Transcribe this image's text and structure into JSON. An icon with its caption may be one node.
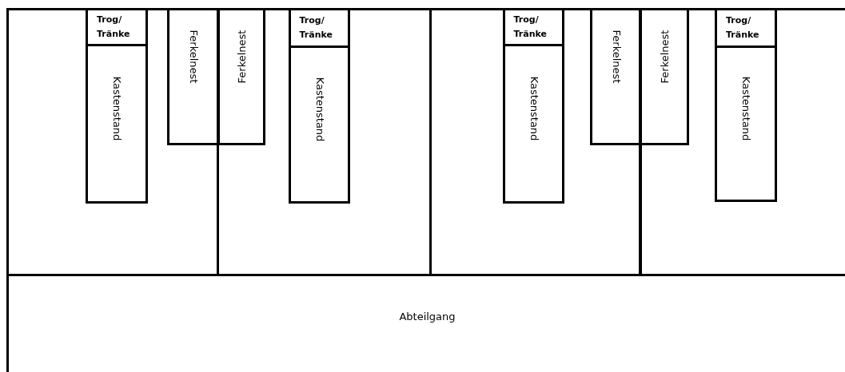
{
  "diagram": {
    "nodes": [
      {
        "text": [],
        "shape": "box"
      },
      {
        "text": [
          "Trog/ Tränke"
        ],
        "in": 0
      },
      {
        "text": [
          "Kastenstand"
        ],
        "in": 0
      },
      {
        "text": [
          "Ferkelnest"
        ],
        "in": 0
      },
      {
        "text": [],
        "shape": "box"
      },
      {
        "text": [
          "Ferkelnest"
        ],
        "in": 4
      },
      {
        "text": [
          "Trog/ Tränke"
        ],
        "in": 4
      },
      {
        "text": [
          "Kastenstand"
        ],
        "in": 4
      },
      {
        "text": [],
        "shape": "box"
      },
      {
        "text": [
          "Trog/ Tränke"
        ],
        "in": 8
      },
      {
        "text": [
          "Kastenstand"
        ],
        "in": 8
      },
      {
        "text": [
          "Ferkelnest"
        ],
        "in": 8
      },
      {
        "text": [],
        "shape": "box"
      },
      {
        "text": [
          "Ferkelnest"
        ],
        "in": 12
      },
      {
        "text": [
          "Trog/ Tränke"
        ],
        "in": 12
      },
      {
        "text": [
          "Kastenstand"
        ],
        "in": 12
      },
      {
        "text": [
          "Abteilgang"
        ]
      }
    ]
  }
}
